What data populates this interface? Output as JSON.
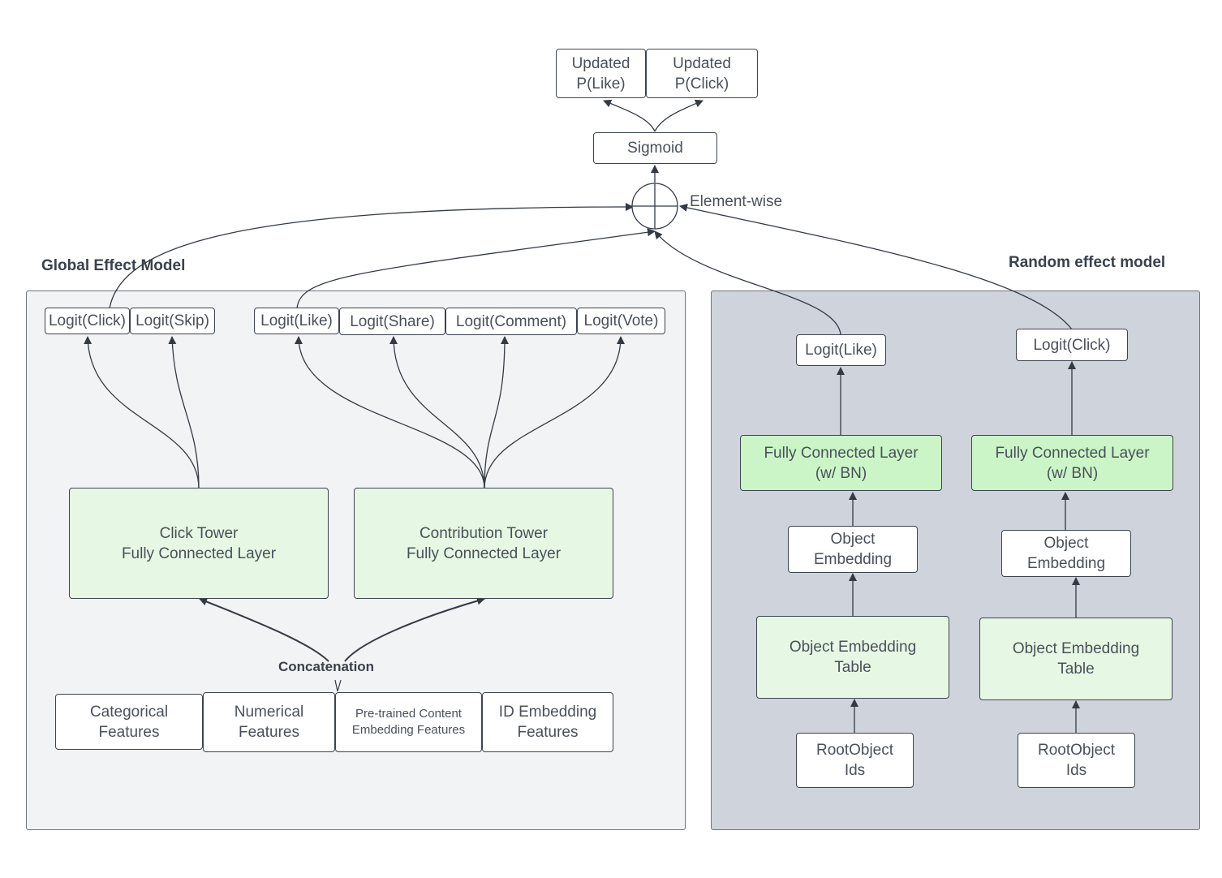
{
  "top": {
    "updated_like": "Updated\nP(Like)",
    "updated_click": "Updated\nP(Click)",
    "sigmoid": "Sigmoid",
    "element_wise": "Element-wise"
  },
  "global": {
    "title": "Global Effect Model",
    "logits": [
      "Logit(Click)",
      "Logit(Skip)",
      "Logit(Like)",
      "Logit(Share)",
      "Logit(Comment)",
      "Logit(Vote)"
    ],
    "click_tower": "Click Tower\nFully Connected Layer",
    "contribution_tower": "Contribution Tower\nFully Connected Layer",
    "concatenation": "Concatenation",
    "features": [
      "Categorical\nFeatures",
      "Numerical\nFeatures",
      "Pre-trained Content\nEmbedding Features",
      "ID Embedding\nFeatures"
    ]
  },
  "random": {
    "title": "Random effect model",
    "left": {
      "logit": "Logit(Like)",
      "fc": "Fully Connected Layer\n(w/ BN)",
      "embedding": "Object\nEmbedding",
      "table": "Object Embedding\nTable",
      "ids": "RootObject\nIds"
    },
    "right": {
      "logit": "Logit(Click)",
      "fc": "Fully Connected Layer\n(w/ BN)",
      "embedding": "Object\nEmbedding",
      "table": "Object Embedding\nTable",
      "ids": "RootObject\nIds"
    }
  }
}
